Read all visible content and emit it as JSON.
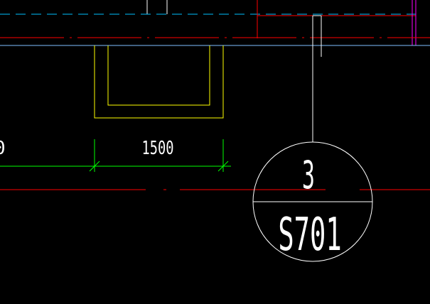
{
  "drawing": {
    "background_color": "#000000",
    "layer_colors": {
      "wall": "#ffffff",
      "axis": "#ff0000",
      "hidden": "#00bfff",
      "boundary": "#7fbfff",
      "pit": "#ffff00",
      "dimension": "#00ff00",
      "column": "#ff00ff",
      "leader": "#ffffff"
    },
    "dimension": {
      "value": "1500"
    },
    "section_callout": {
      "number": "3",
      "sheet": "S701"
    }
  }
}
